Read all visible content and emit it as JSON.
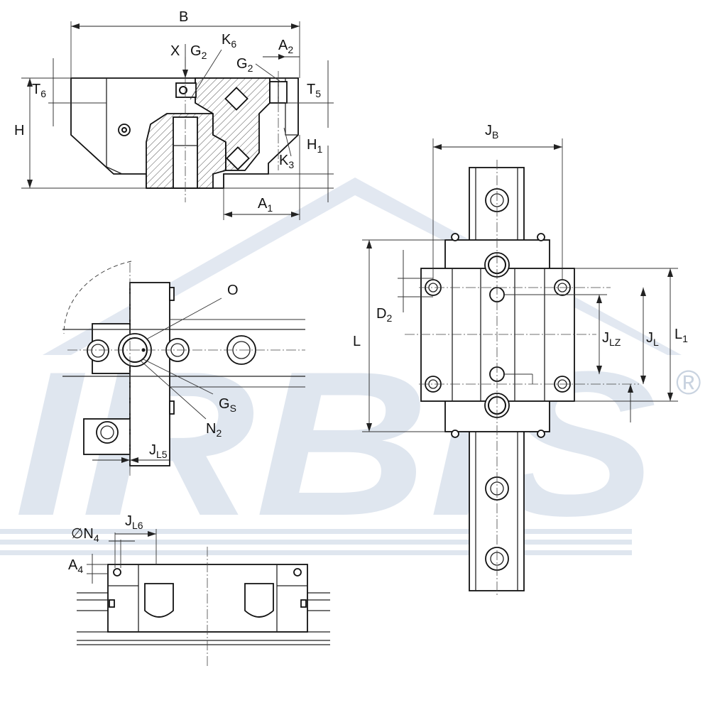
{
  "watermark": {
    "brand": "IRBIS",
    "registered_mark": "®",
    "color": "#dfe6ef"
  },
  "labels": {
    "B": "B",
    "X": "X",
    "G2_top": [
      "G",
      "2"
    ],
    "K6": [
      "K",
      "6"
    ],
    "A2": [
      "A",
      "2"
    ],
    "G2_right": [
      "G",
      "2"
    ],
    "T6": [
      "T",
      "6"
    ],
    "T5": [
      "T",
      "5"
    ],
    "H": "H",
    "H1": [
      "H",
      "1"
    ],
    "K3": [
      "K",
      "3"
    ],
    "A1": [
      "A",
      "1"
    ],
    "JB": [
      "J",
      "B"
    ],
    "O": "O",
    "GS": [
      "G",
      "S"
    ],
    "N2": [
      "N",
      "2"
    ],
    "JL5": [
      "J",
      "L5"
    ],
    "D2": [
      "D",
      "2"
    ],
    "L": "L",
    "JLZ": [
      "J",
      "LZ"
    ],
    "JL": [
      "J",
      "L"
    ],
    "L1": [
      "L",
      "1"
    ],
    "N4": [
      "∅N",
      "4"
    ],
    "JL6": [
      "J",
      "L6"
    ],
    "A4": [
      "A",
      "4"
    ]
  }
}
